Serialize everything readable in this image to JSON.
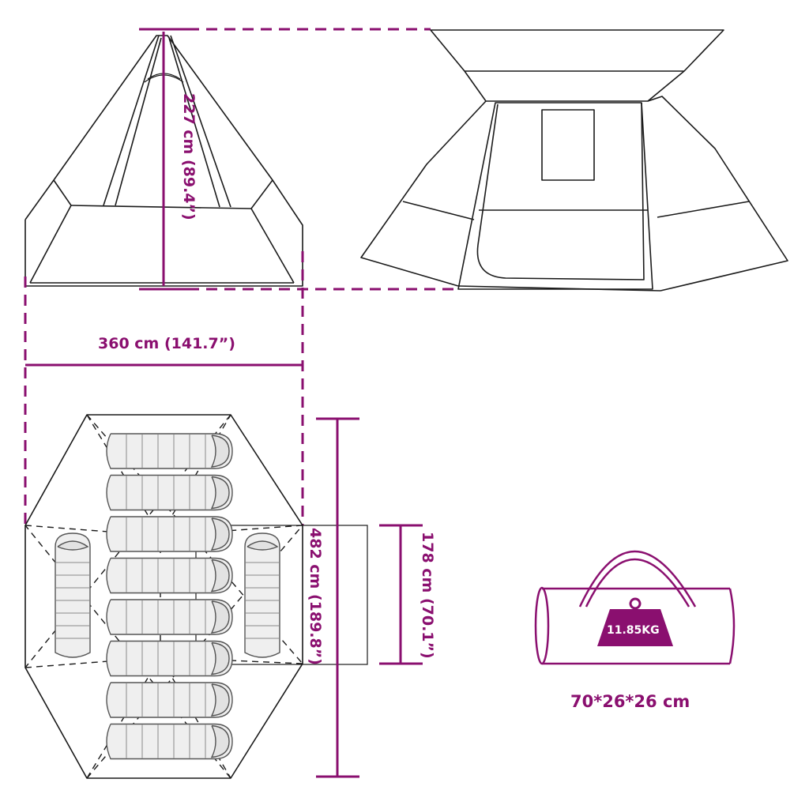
{
  "dimensions": {
    "height_label": "227 cm (89.4”)",
    "width_label": "360 cm (141.7”)",
    "length_label": "482 cm (189.8”)",
    "inner_label": "178 cm (70.1”)"
  },
  "package": {
    "weight_label": "11.85KG",
    "size_label": "70*26*26 cm"
  },
  "colors": {
    "accent": "#8a0f6f",
    "line": "#1a1a1a"
  },
  "sleeping_bags": {
    "horizontal_count": 8,
    "vertical_count": 2
  }
}
